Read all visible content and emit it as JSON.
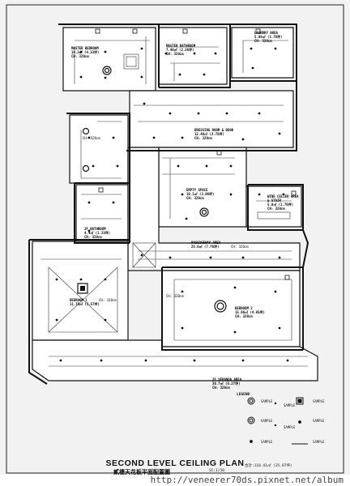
{
  "title": "SECOND LEVEL CEILING PLAN",
  "subtitle": "貳樓天花板平面配置圖",
  "scale": "SC:1/50",
  "total_area": "合計:118.41㎡ (35.87坪)",
  "watermark": "http://veneerer70ds.pixnet.net/album",
  "rooms": [
    {
      "id": "master-bedroom",
      "name": "MASTER BEDROOM",
      "area": "14.3㎡ (4.33坪)",
      "ch": "CH: 320cm"
    },
    {
      "id": "master-bathroom",
      "name": "MASTER BATHROOM",
      "area": "7.48㎡ (2.26坪)",
      "ch": "CH: 320cm"
    },
    {
      "id": "laundry-area",
      "name": "LAUNDRY AREA",
      "area": "5.88㎡ (1.78坪)",
      "ch": "CH: 320cm"
    },
    {
      "id": "dressing-room",
      "name": "DRESSING ROOM & BOOK",
      "area": "12.48㎡ (3.78坪)",
      "ch": "CH: 320cm"
    },
    {
      "id": "empty-space",
      "name": "EMPTY SPACE",
      "area": "10.1㎡ (3.06坪)",
      "ch": "CH: 320cm"
    },
    {
      "id": "wine-cellar",
      "name": "WINE CELLER AREA",
      "area1": "& STAIR",
      "area": "5.8㎡ (1.76坪)",
      "ch": "CH: 320cm"
    },
    {
      "id": "bathroom-2f",
      "name": "2F BATHROOM",
      "area": "4.4㎡ (1.33坪)",
      "ch": "CH: 320cm"
    },
    {
      "id": "passageway",
      "name": "PASSAGEWAY AREA",
      "area": "25.6㎡ (7.76坪)",
      "ch": "CH: 320cm"
    },
    {
      "id": "bedroom-1",
      "name": "BEDROOM 1",
      "area": "11.78㎡ (3.57坪)",
      "ch": "CH: 320cm"
    },
    {
      "id": "bedroom-2",
      "name": "BEDROOM 2",
      "area": "15.66㎡ (4.85坪)",
      "ch": "CH: 320cm"
    },
    {
      "id": "veranda",
      "name": "2F VERANDA AREA",
      "area": "20.7㎡ (6.27坪)",
      "ch": "CH: 320cm"
    }
  ],
  "ch_labels": [
    "CH: 320cm",
    "CH: 320cm",
    "CH: 320cm"
  ],
  "legend": {
    "title": "LEGEND",
    "items": [
      "SAMPLE",
      "SAMPLE",
      "SAMPLE",
      "SAMPLE",
      "SAMPLE",
      "SAMPLE",
      "SAMPLE",
      "SAMPLE"
    ]
  }
}
